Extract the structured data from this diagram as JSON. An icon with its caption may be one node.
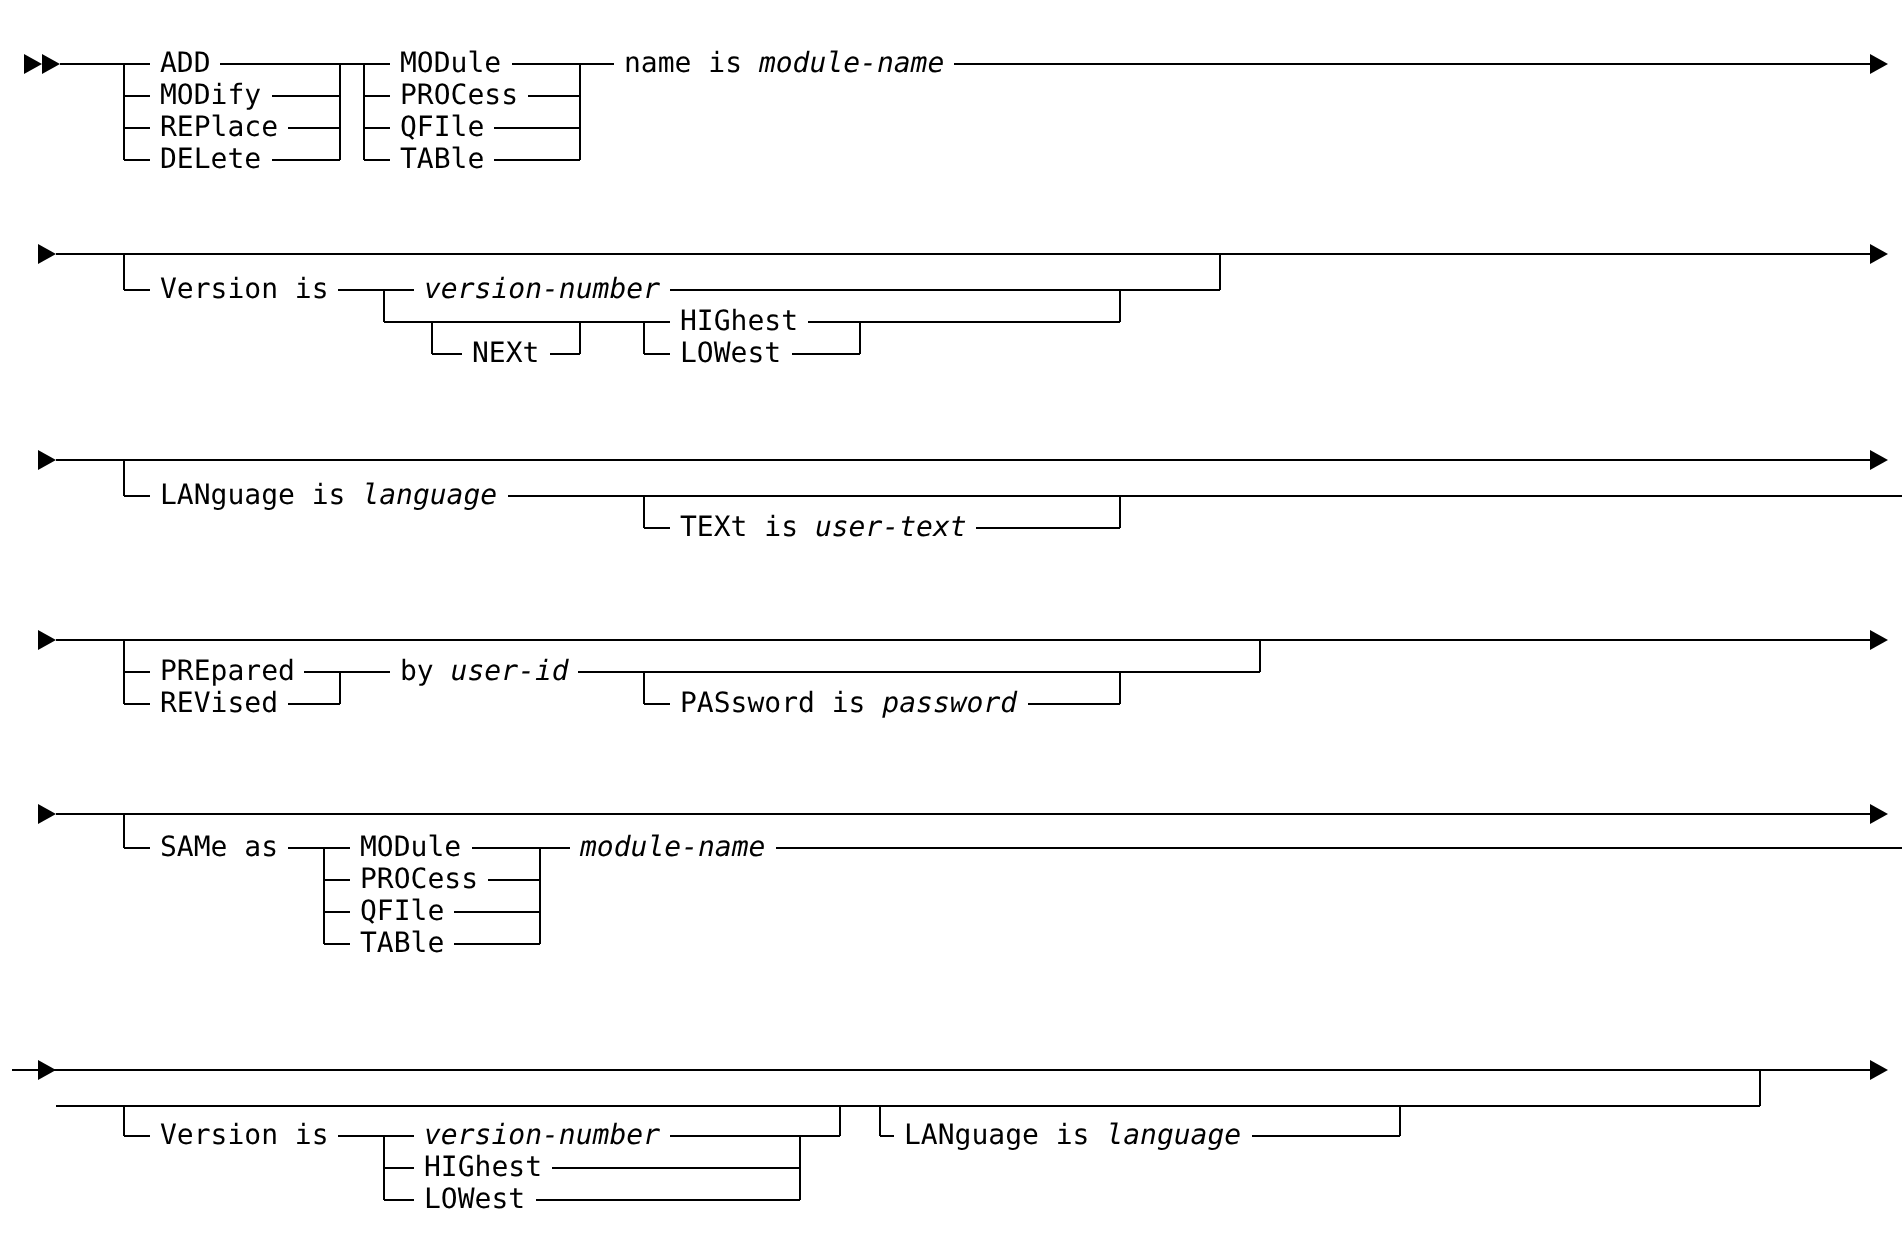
{
  "diagram": {
    "labels": [
      "ADD",
      "MODule",
      "name is *module-name*",
      "MODify",
      "PROCess",
      "REPlace",
      "QFIle",
      "DELete",
      "TABle",
      "Version is",
      "version-number",
      "HIGhest",
      "NEXt",
      "LOWest",
      "LANguage is *language*",
      "TEXt is *user-text*",
      "PREpared",
      "by *user-id*",
      "REVised",
      "PASsword is *password*",
      "SAMe as",
      "MODule",
      "module-name",
      "PROCess",
      "QFIle",
      "TABle",
      "Version is",
      "version-number",
      "LANguage is *language*",
      "HIGhest",
      "LOWest"
    ]
  }
}
